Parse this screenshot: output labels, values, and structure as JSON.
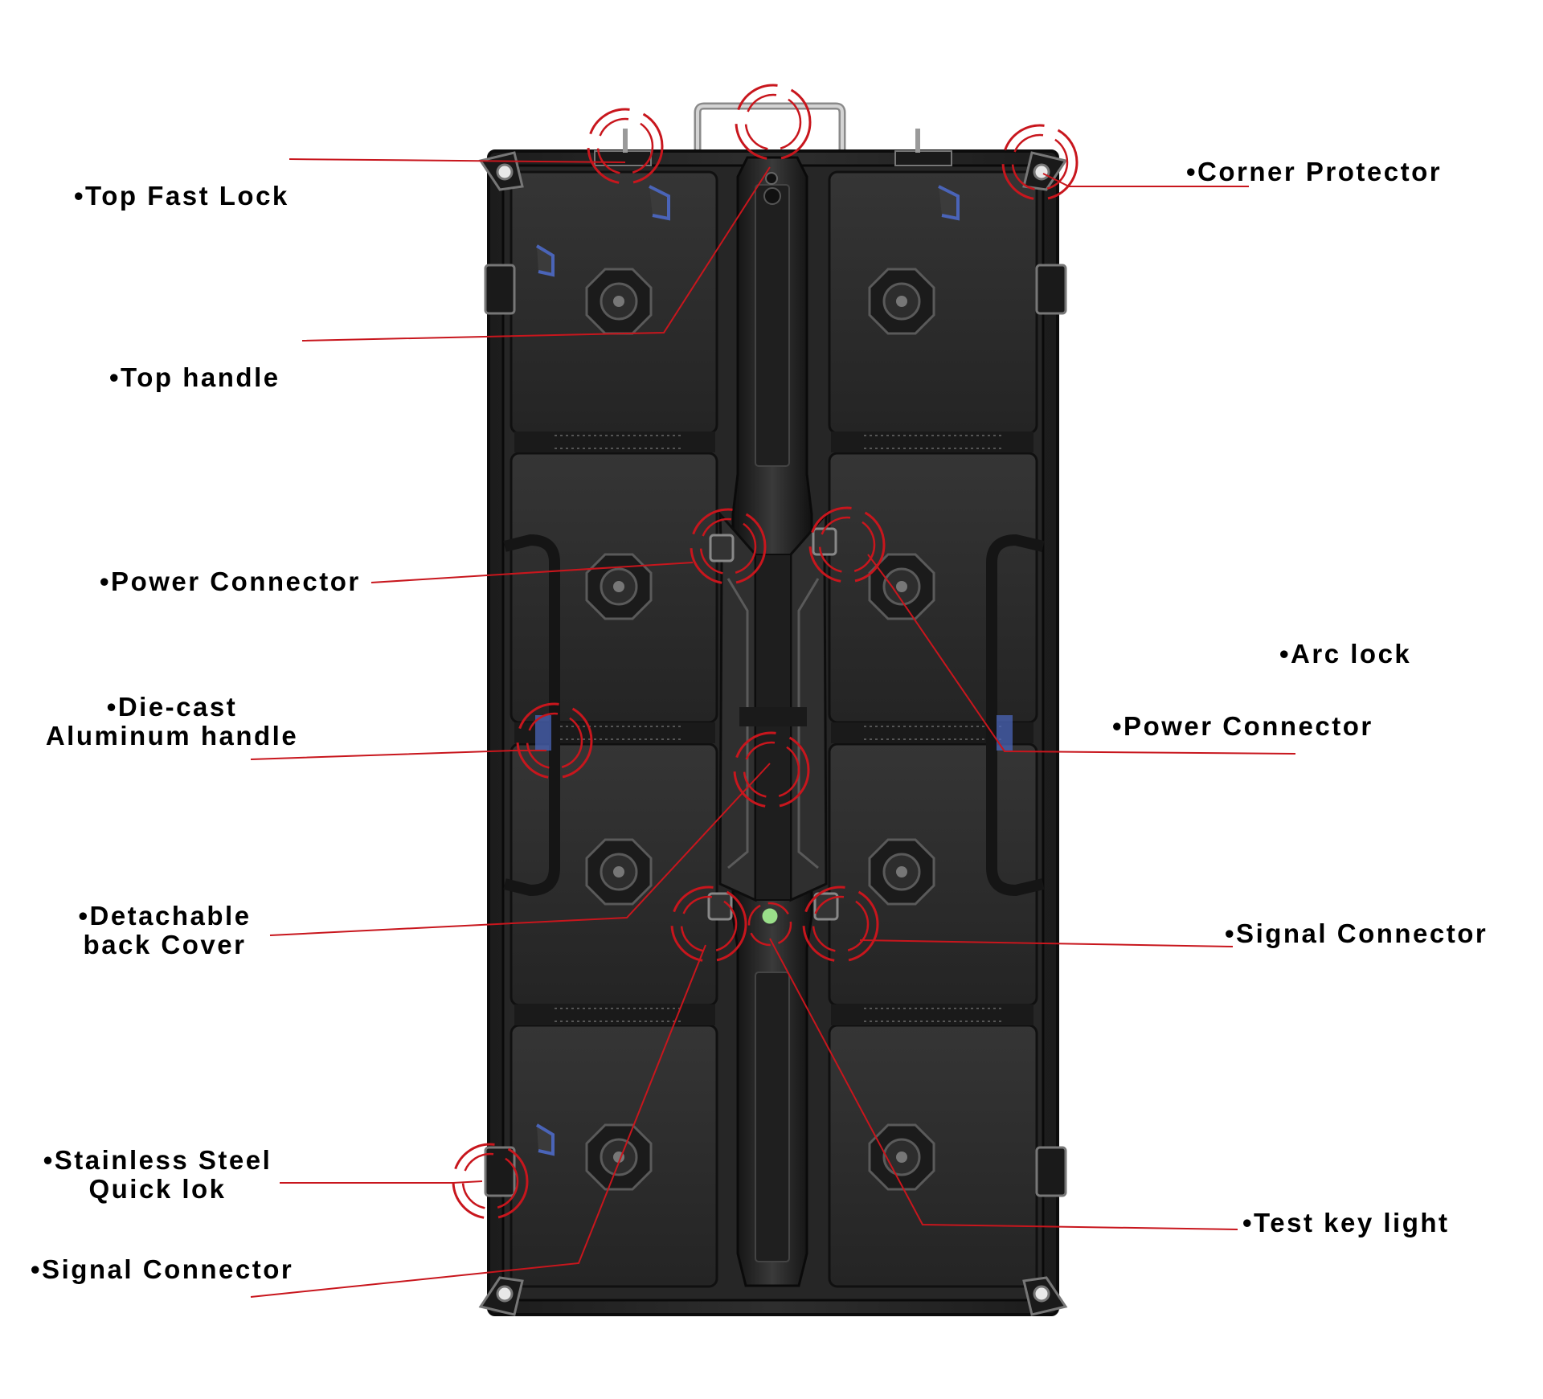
{
  "colors": {
    "background": "#ffffff",
    "cabinet": "#2b2b2b",
    "cabinet_dark": "#151515",
    "cabinet_light": "#4a4a4a",
    "callout": "#c8161d",
    "text": "#000000",
    "accent_blue": "#4a64b8"
  },
  "labels": {
    "top_fast_lock": "•Top Fast Lock",
    "corner_protector": "•Corner Protector",
    "top_handle": "•Top handle",
    "power_connector_left": "•Power Connector",
    "arc_lock": "•Arc lock",
    "die_cast_line1": "•Die-cast",
    "die_cast_line2": "Aluminum handle",
    "power_connector_right": "•Power Connector",
    "detachable_line1": "•Detachable",
    "detachable_line2": "back Cover",
    "signal_connector_right": "•Signal Connector",
    "stainless_line1": "•Stainless Steel",
    "stainless_line2": "Quick lok",
    "test_key_light": "•Test key light",
    "signal_connector_left": "•Signal Connector"
  },
  "icons": {
    "callout_marker": "dashed-double-circle-icon"
  }
}
